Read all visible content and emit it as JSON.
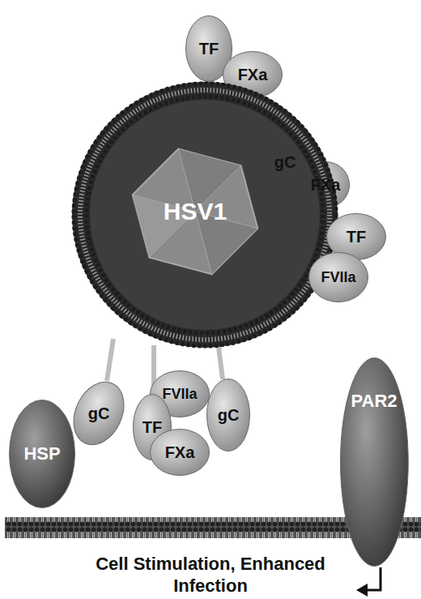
{
  "diagram": {
    "nodes": [
      {
        "text": [
          "TF"
        ]
      },
      {
        "text": [
          "FXa"
        ]
      },
      {
        "text": [
          "gC"
        ]
      },
      {
        "text": [
          "FXa"
        ]
      },
      {
        "text": [
          "HSV1"
        ]
      },
      {
        "text": [
          "TF"
        ]
      },
      {
        "text": [
          "FVIIa"
        ]
      },
      {
        "text": [
          "FVIIa"
        ]
      },
      {
        "text": [
          "gC"
        ]
      },
      {
        "text": [
          "TF"
        ]
      },
      {
        "text": [
          "gC"
        ]
      },
      {
        "text": [
          "FXa"
        ]
      },
      {
        "text": [
          "PAR2"
        ]
      },
      {
        "text": [
          "HSP"
        ]
      }
    ],
    "labels": [
      "Cell Stimulation, Enhanced Infection"
    ]
  }
}
